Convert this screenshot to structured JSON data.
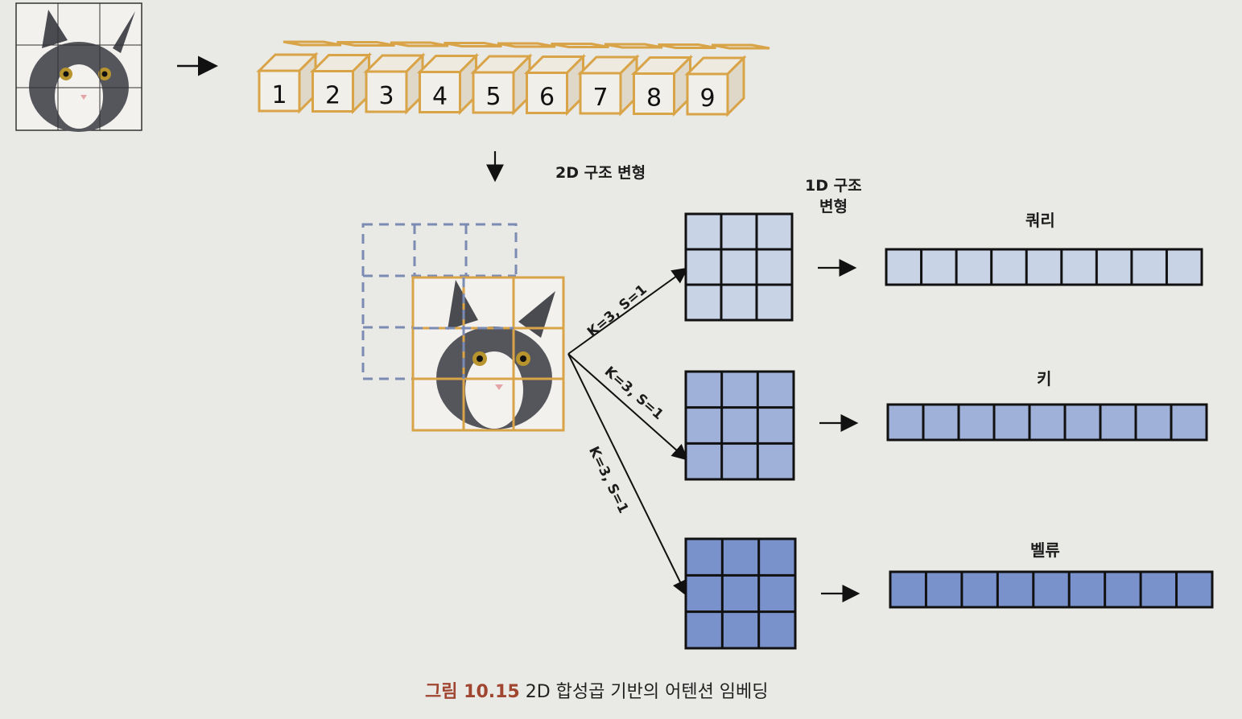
{
  "patch_numbers": [
    "1",
    "2",
    "3",
    "4",
    "5",
    "6",
    "7",
    "8",
    "9"
  ],
  "labels": {
    "reshape_2d": "2D 구조 변형",
    "reshape_1d_line1": "1D 구조",
    "reshape_1d_line2": "변형",
    "query": "쿼리",
    "key": "키",
    "value": "벨류",
    "conv_query": "K=3, S=1",
    "conv_key": "K=3, S=1",
    "conv_value": "K=3, S=1"
  },
  "caption": {
    "figure_no": "그림 10.15",
    "text": "2D 합성곱 기반의 어텐션 임베딩"
  },
  "colors": {
    "background": "#e9e9e5",
    "patch_border": "#d9a347",
    "query_fill": "#c9d3e6",
    "key_fill": "#9fb1d8",
    "value_fill": "#7a92cc",
    "dashed_grid": "#7c8bb3",
    "caption_accent": "#a0452f"
  }
}
